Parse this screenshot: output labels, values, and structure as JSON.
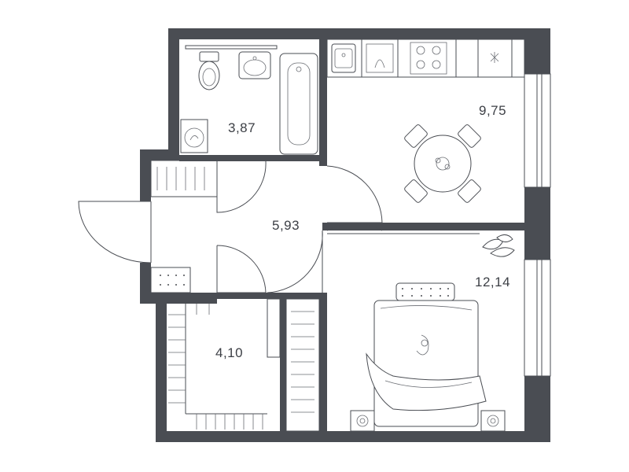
{
  "plan": {
    "rooms": [
      {
        "id": "bathroom",
        "area": "3,87"
      },
      {
        "id": "kitchen",
        "area": "9,75"
      },
      {
        "id": "hallway",
        "area": "5,93"
      },
      {
        "id": "bedroom",
        "area": "12,14"
      },
      {
        "id": "wardrobe",
        "area": "4,10"
      }
    ],
    "colors": {
      "wall": "#4a4d53",
      "line": "#4a4d53",
      "background": "#ffffff"
    }
  }
}
